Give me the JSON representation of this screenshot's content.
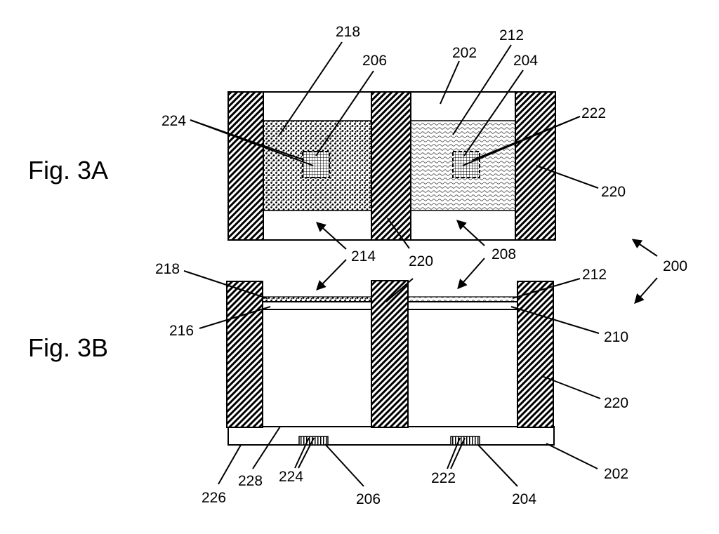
{
  "figure_labels": {
    "fig3a": "Fig. 3A",
    "fig3b": "Fig. 3B"
  },
  "refs": {
    "r200": "200",
    "r202": "202",
    "r204": "204",
    "r206": "206",
    "r208": "208",
    "r210": "210",
    "r212": "212",
    "r214": "214",
    "r216": "216",
    "r218": "218",
    "r220": "220",
    "r222": "222",
    "r224": "224",
    "r226": "226",
    "r228": "228"
  },
  "colors": {
    "line": "#000000",
    "background": "#ffffff",
    "hatch": "#000000"
  }
}
